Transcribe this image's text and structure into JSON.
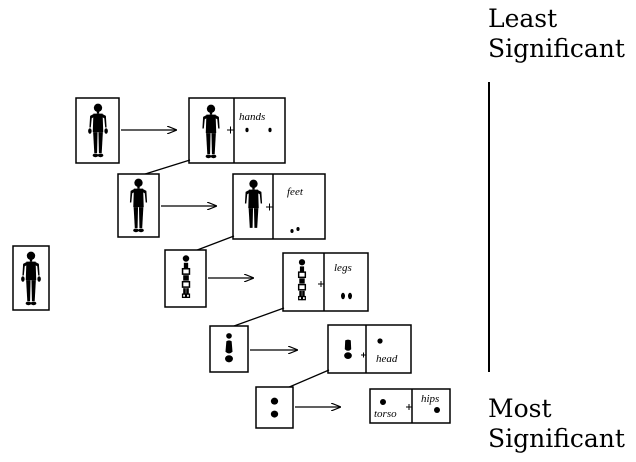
{
  "scale": {
    "least": [
      "Least",
      "Significant"
    ],
    "most": [
      "Most",
      "Significant"
    ]
  },
  "levels": [
    {
      "name": "level-1",
      "part_label": "hands",
      "left": "full-body",
      "right": "body-without-hands"
    },
    {
      "name": "level-2",
      "part_label": "feet",
      "left": "body-without-hands",
      "right": "body-without-hands-and-feet"
    },
    {
      "name": "level-3",
      "part_label": "legs",
      "left": "torso-arms-head",
      "right": "torso-arms-head-no-legs"
    },
    {
      "name": "level-4",
      "part_label": "head",
      "left": "torso-and-head",
      "right": "torso-only"
    },
    {
      "name": "level-5",
      "part_label": "hips",
      "second_label": "torso",
      "left": "torso-and-hips",
      "right": "dots"
    }
  ],
  "colors": {
    "ink": "#000000",
    "paper": "#ffffff"
  }
}
